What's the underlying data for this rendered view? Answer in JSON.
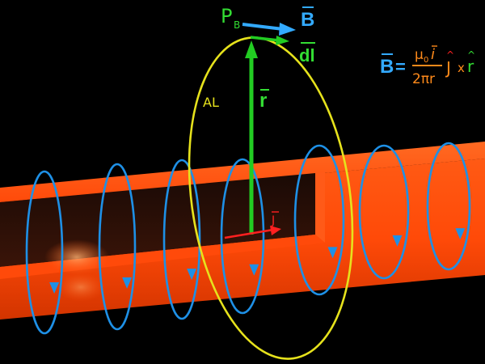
{
  "labels": {
    "point": "P",
    "point_sub": "B",
    "field": "B",
    "element": "dl",
    "radius": "r",
    "current_density": "J",
    "loop": "AL"
  },
  "equation": {
    "lhs": "B",
    "equals": "=",
    "num_mu": "μ",
    "num_mu_sub": "0",
    "num_i": "i",
    "den": "2πr",
    "j": "J",
    "cross": "x",
    "r": "r"
  },
  "colors": {
    "background": "#000000",
    "conductor": "#ff4a0a",
    "conductor_dark": "#c22f00",
    "field_lines": "#1e90e6",
    "amperian_loop": "#e6e21c",
    "radius_vector": "#22cc22",
    "current": "#ff2020",
    "label_green": "#33dd33",
    "label_blue": "#33aaff",
    "label_orange": "#ff8a1a"
  }
}
